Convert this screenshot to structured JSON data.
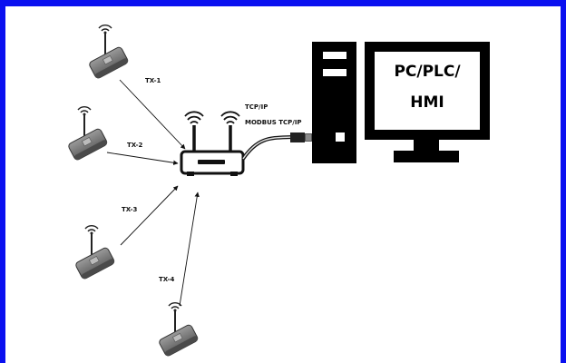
{
  "diagram": {
    "transmitters": [
      {
        "label": "TX-1"
      },
      {
        "label": "TX-2"
      },
      {
        "label": "TX-3"
      },
      {
        "label": "TX-4"
      }
    ],
    "link_labels": {
      "protocol_1": "TCP/IP",
      "protocol_2": "MODBUS TCP/IP"
    },
    "computer": {
      "screen_line_1": "PC/PLC/",
      "screen_line_2": "HMI"
    },
    "colors": {
      "border": "#0a10f0",
      "device_body": "#7a7a7a",
      "computer": "#000000"
    },
    "icons": [
      "wireless-transmitter-icon",
      "router-icon",
      "ethernet-cable-icon",
      "desktop-computer-icon",
      "wifi-signal-icon"
    ]
  }
}
